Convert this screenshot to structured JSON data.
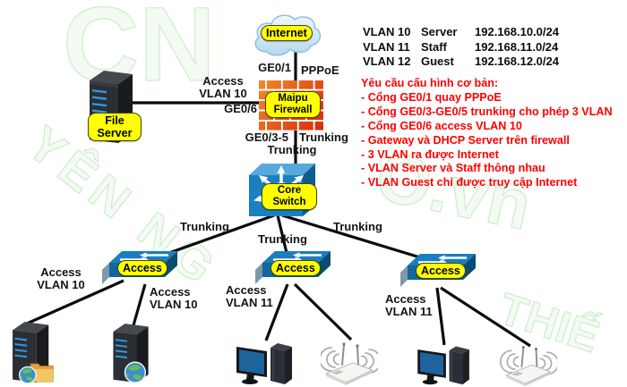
{
  "nodes": {
    "internet": "Internet",
    "firewall_line1": "Maipu",
    "firewall_line2": "Firewall",
    "core_line1": "Core",
    "core_line2": "Switch",
    "access": "Access",
    "file_server_line1": "File",
    "file_server_line2": "Server"
  },
  "edges": {
    "ge01": "GE0/1",
    "pppoe": "PPPoE",
    "ge06": "GE0/6",
    "ge035": "GE0/3-5",
    "trunking": "Trunking",
    "access": "Access",
    "vlan10": "VLAN 10",
    "vlan11": "VLAN 11"
  },
  "vlan_table": {
    "rows": [
      {
        "vlan": "VLAN 10",
        "group": "Server",
        "subnet": "192.168.10.0/24"
      },
      {
        "vlan": "VLAN 11",
        "group": "Staff",
        "subnet": "192.168.11.0/24"
      },
      {
        "vlan": "VLAN 12",
        "group": "Guest",
        "subnet": "192.168.12.0/24"
      }
    ]
  },
  "requirements": {
    "title": "Yêu cầu cấu hình cơ bản:",
    "items": [
      "- Cổng GE0/1 quay PPPoE",
      "- Cổng GE0/3-GE0/5 trunking cho phép 3 VLAN",
      "- Cổng GE0/6 access VLAN 10",
      "- Gateway và DHCP Server trên firewall",
      "- 3 VLAN ra được Internet",
      "- VLAN Server và Staff thông nhau",
      "- VLAN Guest chỉ được truy cập Internet"
    ]
  },
  "watermark": [
    "CN",
    "YÊN NG",
    "O.vn",
    "THIẾ"
  ],
  "colors": {
    "label_bg": "#FFFF00",
    "switch_blue": "#1B80C0",
    "firewall_brick": "#E04818",
    "requirement_red": "#FE0000",
    "wire": "#0B0B0B"
  }
}
